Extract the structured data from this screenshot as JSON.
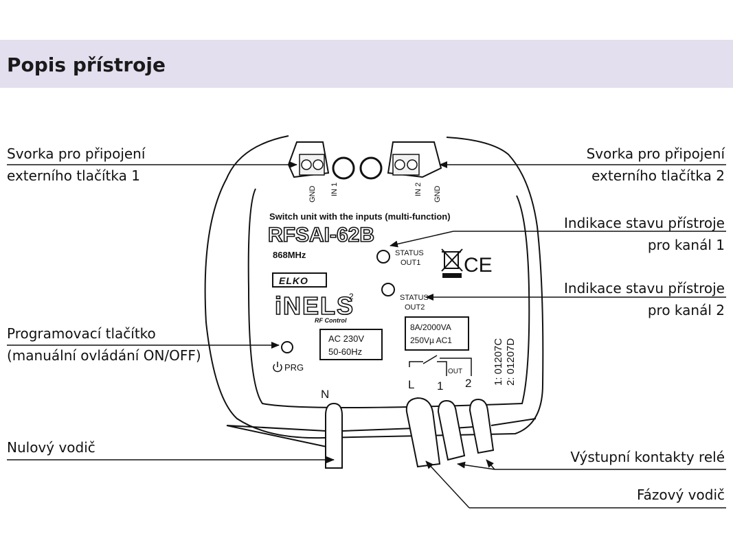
{
  "header": {
    "title": "Popis přístroje"
  },
  "callouts": {
    "ext_button_1": {
      "line1": "Svorka pro připojení",
      "line2": "externího tlačítka 1"
    },
    "ext_button_2": {
      "line1": "Svorka pro připojení",
      "line2": "externího tlačítka 2"
    },
    "status_ch1": {
      "line1": "Indikace stavu přístroje",
      "line2": "pro kanál 1"
    },
    "status_ch2": {
      "line1": "Indikace stavu přístroje",
      "line2": "pro kanál 2"
    },
    "prog_button": {
      "line1": "Programovací tlačítko",
      "line2": "(manuální ovládání ON/OFF)"
    },
    "neutral": {
      "line1": "Nulový vodič"
    },
    "relay_outputs": {
      "line1": "Výstupní kontakty relé"
    },
    "phase": {
      "line1": "Fázový vodič"
    }
  },
  "device": {
    "terminal_labels": [
      "GND",
      "IN 1",
      "IN 2",
      "GND"
    ],
    "subtitle": "Switch unit with the inputs (multi-function)",
    "model": "RFSAI-62B",
    "frequency": "868MHz",
    "brand": "ELKO",
    "product_line": "iNELS",
    "product_line_sup": "2",
    "rf_control": "RF Control",
    "status_label": "STATUS",
    "out1_label": "OUT1",
    "out2_label": "OUT2",
    "ce_mark": "CE",
    "supply_line1": "AC 230V",
    "supply_line2": "50-60Hz",
    "rating_line1": "8A/2000VA",
    "rating_line2": "250Vµ AC1",
    "prg_label": "PRG",
    "out_label": "OUT",
    "wire_labels": [
      "N",
      "L",
      "1",
      "2"
    ],
    "channel_codes": [
      "1: 01207C",
      "2: 01207D"
    ]
  }
}
